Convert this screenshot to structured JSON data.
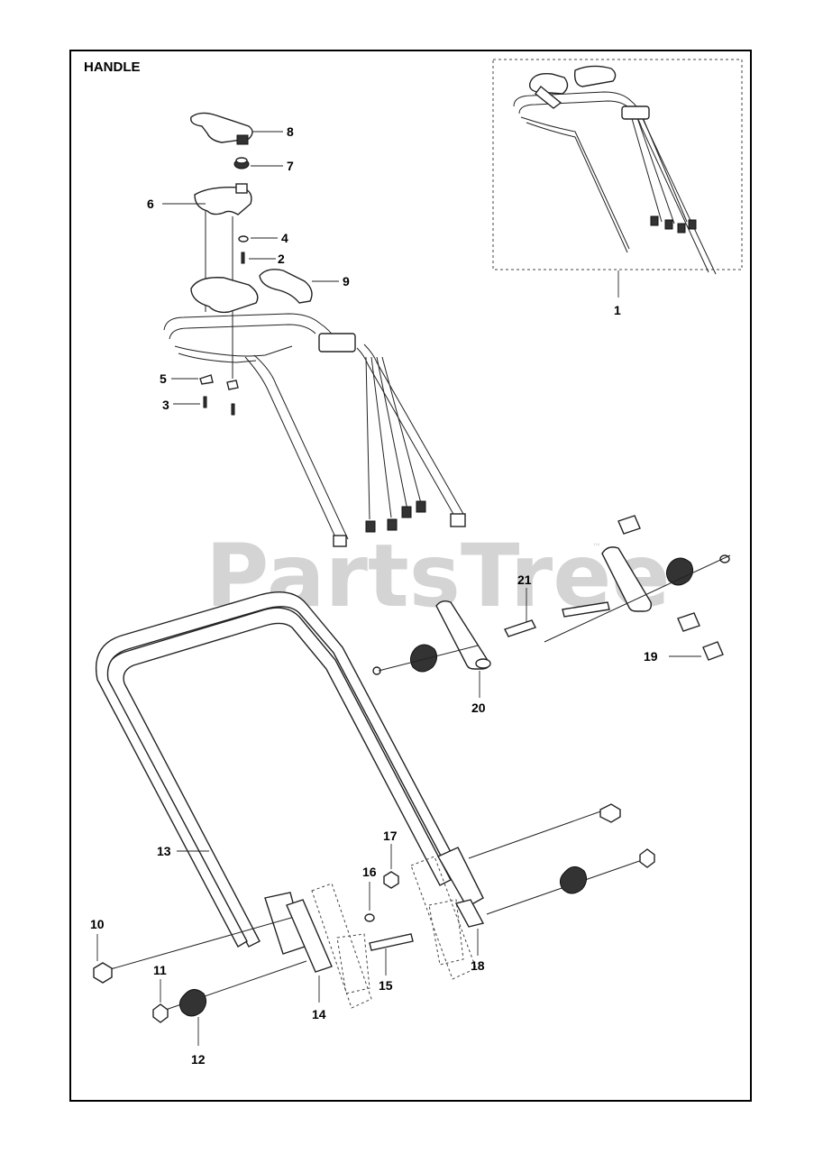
{
  "title": "HANDLE",
  "watermark": "PartsTree",
  "watermark_mark": "™",
  "callouts": {
    "c1": "1",
    "c2": "2",
    "c3": "3",
    "c4": "4",
    "c5": "5",
    "c6": "6",
    "c7": "7",
    "c8": "8",
    "c9": "9",
    "c10": "10",
    "c11": "11",
    "c12": "12",
    "c13": "13",
    "c14": "14",
    "c15": "15",
    "c16": "16",
    "c17": "17",
    "c18": "18",
    "c19": "19",
    "c20": "20",
    "c21": "21"
  }
}
